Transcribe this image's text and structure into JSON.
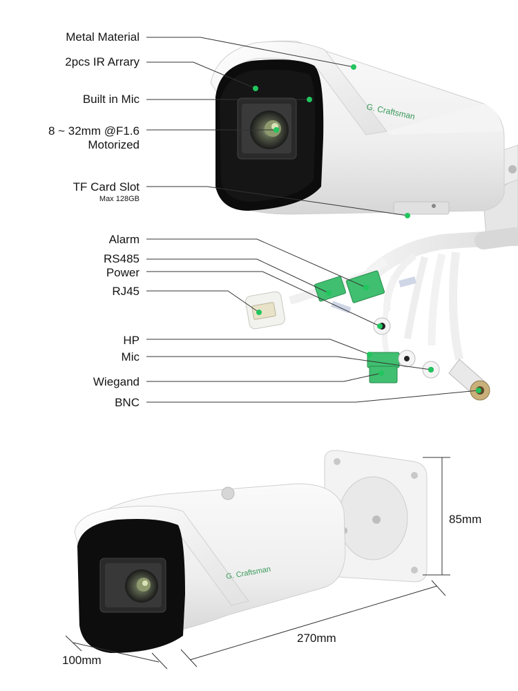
{
  "callouts": {
    "metal_material": "Metal Material",
    "ir_array": "2pcs IR Arrary",
    "built_in_mic": "Built in Mic",
    "lens_line1": "8 ~ 32mm @F1.6",
    "lens_line2": "Motorized",
    "tf_card": "TF Card Slot",
    "tf_card_sub": "Max 128GB",
    "alarm": "Alarm",
    "rs485": "RS485",
    "power": "Power",
    "rj45": "RJ45",
    "hp": "HP",
    "mic": "Mic",
    "wiegand": "Wiegand",
    "bnc": "BNC"
  },
  "brand": "G. Craftsman",
  "dimensions": {
    "height": "85mm",
    "length": "270mm",
    "width": "100mm"
  },
  "colors": {
    "callout_dot": "#22c55e",
    "terminal_green": "#3fbf6f",
    "brand_text": "#3a9a5a"
  }
}
